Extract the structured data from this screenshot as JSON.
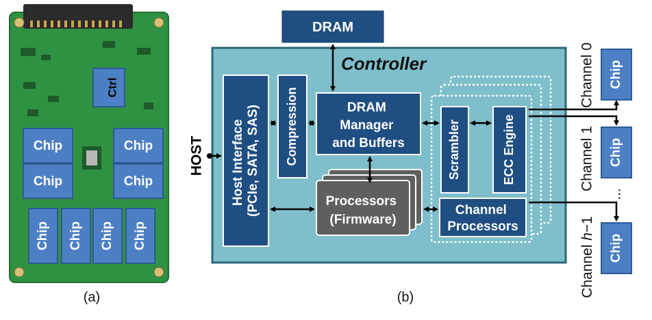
{
  "panel_a": {
    "ctrl_label": "Ctrl",
    "chip_label": "Chip",
    "caption": "(a)",
    "colors": {
      "pcb": "#2f9142",
      "pcb_dark": "#1f6e30",
      "chip": "#4d7fc4",
      "connector": "#2b2b2b",
      "gold": "#c9a646"
    }
  },
  "panel_b": {
    "dram": "DRAM",
    "controller": "Controller",
    "host": "HOST",
    "host_interface": [
      "Host Interface",
      "(PCIe, SATA, SAS)"
    ],
    "compression": "Compression",
    "dram_manager": [
      "DRAM",
      "Manager",
      "and Buffers"
    ],
    "processors": [
      "Processors",
      "(Firmware)"
    ],
    "scrambler": "Scrambler",
    "ecc_engine": "ECC Engine",
    "channel_processors": [
      "Channel",
      "Processors"
    ],
    "caption": "(b)",
    "colors": {
      "block": "#1f4e82",
      "controller_bg": "#7fbfcc",
      "controller_border": "#2c6675",
      "processor": "#5f5f5f",
      "arrow": "#000000"
    }
  },
  "channels": {
    "labels": [
      "Channel 0",
      "Channel 1",
      "Channel ",
      "h",
      "−1"
    ],
    "ellipsis": "...",
    "chip_label": "Chip"
  }
}
